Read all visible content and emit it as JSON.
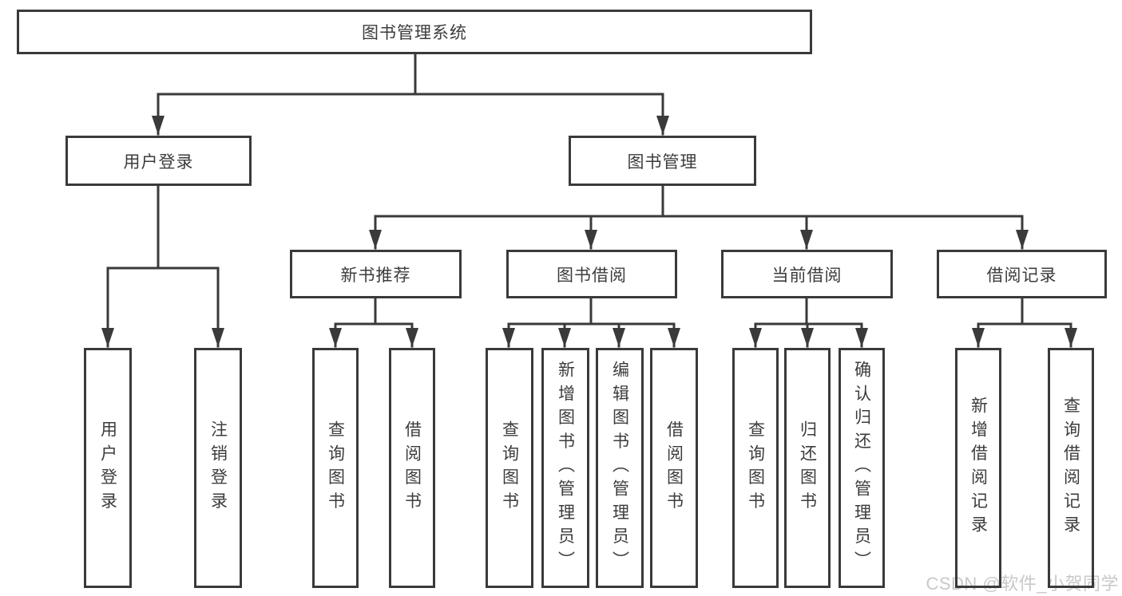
{
  "diagram_title": "图书管理系统",
  "nodes": {
    "root": "图书管理系统",
    "user_login": "用户登录",
    "book_mgmt": "图书管理",
    "new_books": "新书推荐",
    "book_borrow": "图书借阅",
    "current_borrow": "当前借阅",
    "borrow_records": "借阅记录",
    "leaves": {
      "user_login_leaf": "用户登录",
      "logout": "注销登录",
      "nb_query": "查询图书",
      "nb_borrow": "借阅图书",
      "bb_query": "查询图书",
      "bb_add": "新增图书（管理员）",
      "bb_edit": "编辑图书（管理员）",
      "bb_borrow": "借阅图书",
      "cb_query": "查询图书",
      "cb_return": "归还图书",
      "cb_confirm": "确认归还（管理员）",
      "br_add": "新增借阅记录",
      "br_query": "查询借阅记录"
    }
  },
  "watermark": "CSDN @软件_小贺同学",
  "colors": {
    "line": "#3a3a3a",
    "text": "#3c3c3c",
    "watermark": "#c8c8c8"
  }
}
